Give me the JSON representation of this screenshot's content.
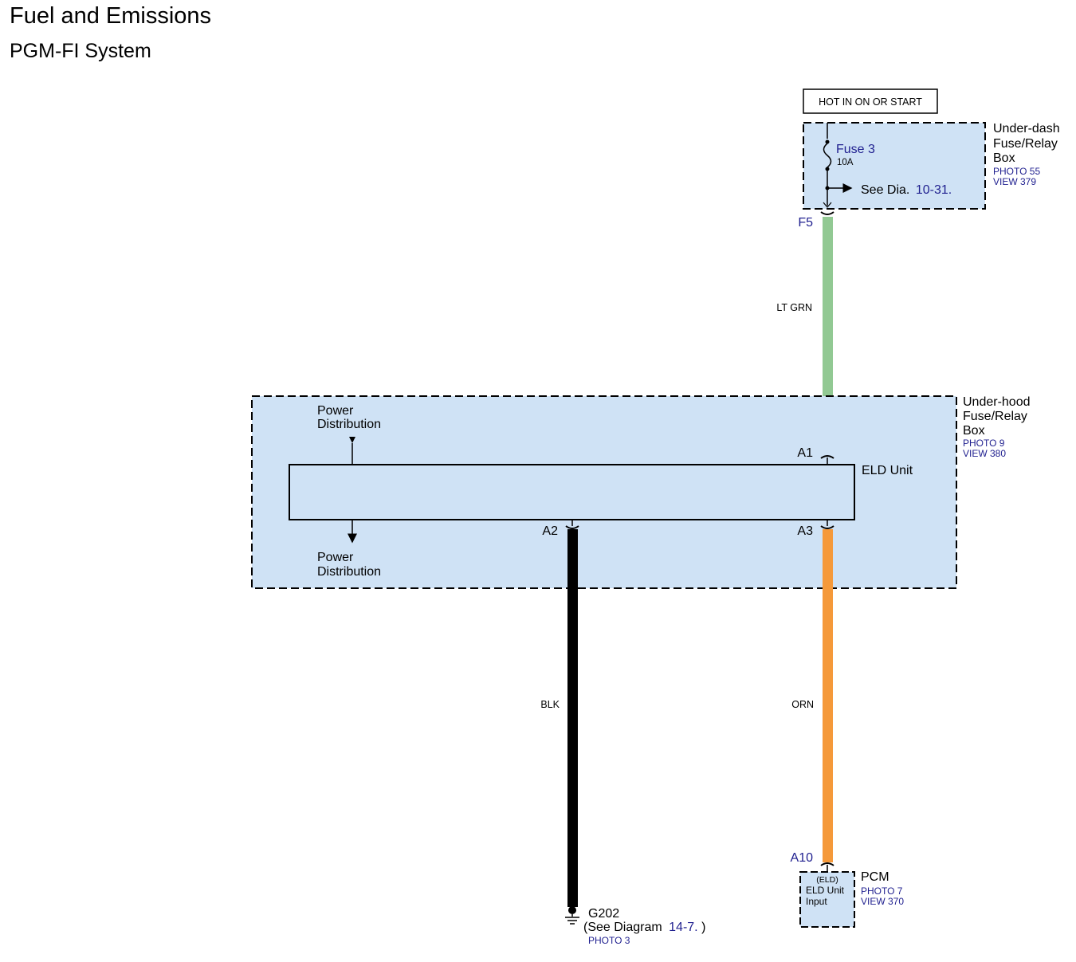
{
  "header": {
    "title": "Fuel and Emissions",
    "subtitle": "PGM-FI System"
  },
  "hot_label": "HOT IN ON OR START",
  "underdash": {
    "name_l1": "Under-dash",
    "name_l2": "Fuse/Relay",
    "name_l3": "Box",
    "photo": "PHOTO 55",
    "view": "VIEW 379",
    "fuse_name": "Fuse 3",
    "fuse_rating": "10A",
    "see_text": "See Dia.",
    "see_ref": "10-31."
  },
  "underhood": {
    "name_l1": "Under-hood",
    "name_l2": "Fuse/Relay",
    "name_l3": "Box",
    "photo": "PHOTO 9",
    "view": "VIEW 380",
    "pd_top_l1": "Power",
    "pd_top_l2": "Distribution",
    "pd_bot_l1": "Power",
    "pd_bot_l2": "Distribution",
    "eld_label": "ELD Unit"
  },
  "connectors": {
    "f5": "F5",
    "a1": "A1",
    "a2": "A2",
    "a3": "A3",
    "a10": "A10"
  },
  "wires": {
    "ltgrn": "LT GRN",
    "blk": "BLK",
    "orn": "ORN"
  },
  "ground": {
    "name": "G202",
    "see_text": "(See Diagram",
    "see_ref": "14-7.",
    "see_close": ")",
    "photo": "PHOTO 3"
  },
  "pcm": {
    "name": "PCM",
    "photo": "PHOTO 7",
    "view": "VIEW 370",
    "pin_l1": "(ELD)",
    "pin_l2": "ELD Unit",
    "pin_l3": "Input"
  },
  "colors": {
    "box_fill": "#cfe2f5",
    "ltgrn": "#92c993",
    "blk": "#000000",
    "orn": "#f5993a",
    "ref_blue": "#1f1f8f"
  }
}
